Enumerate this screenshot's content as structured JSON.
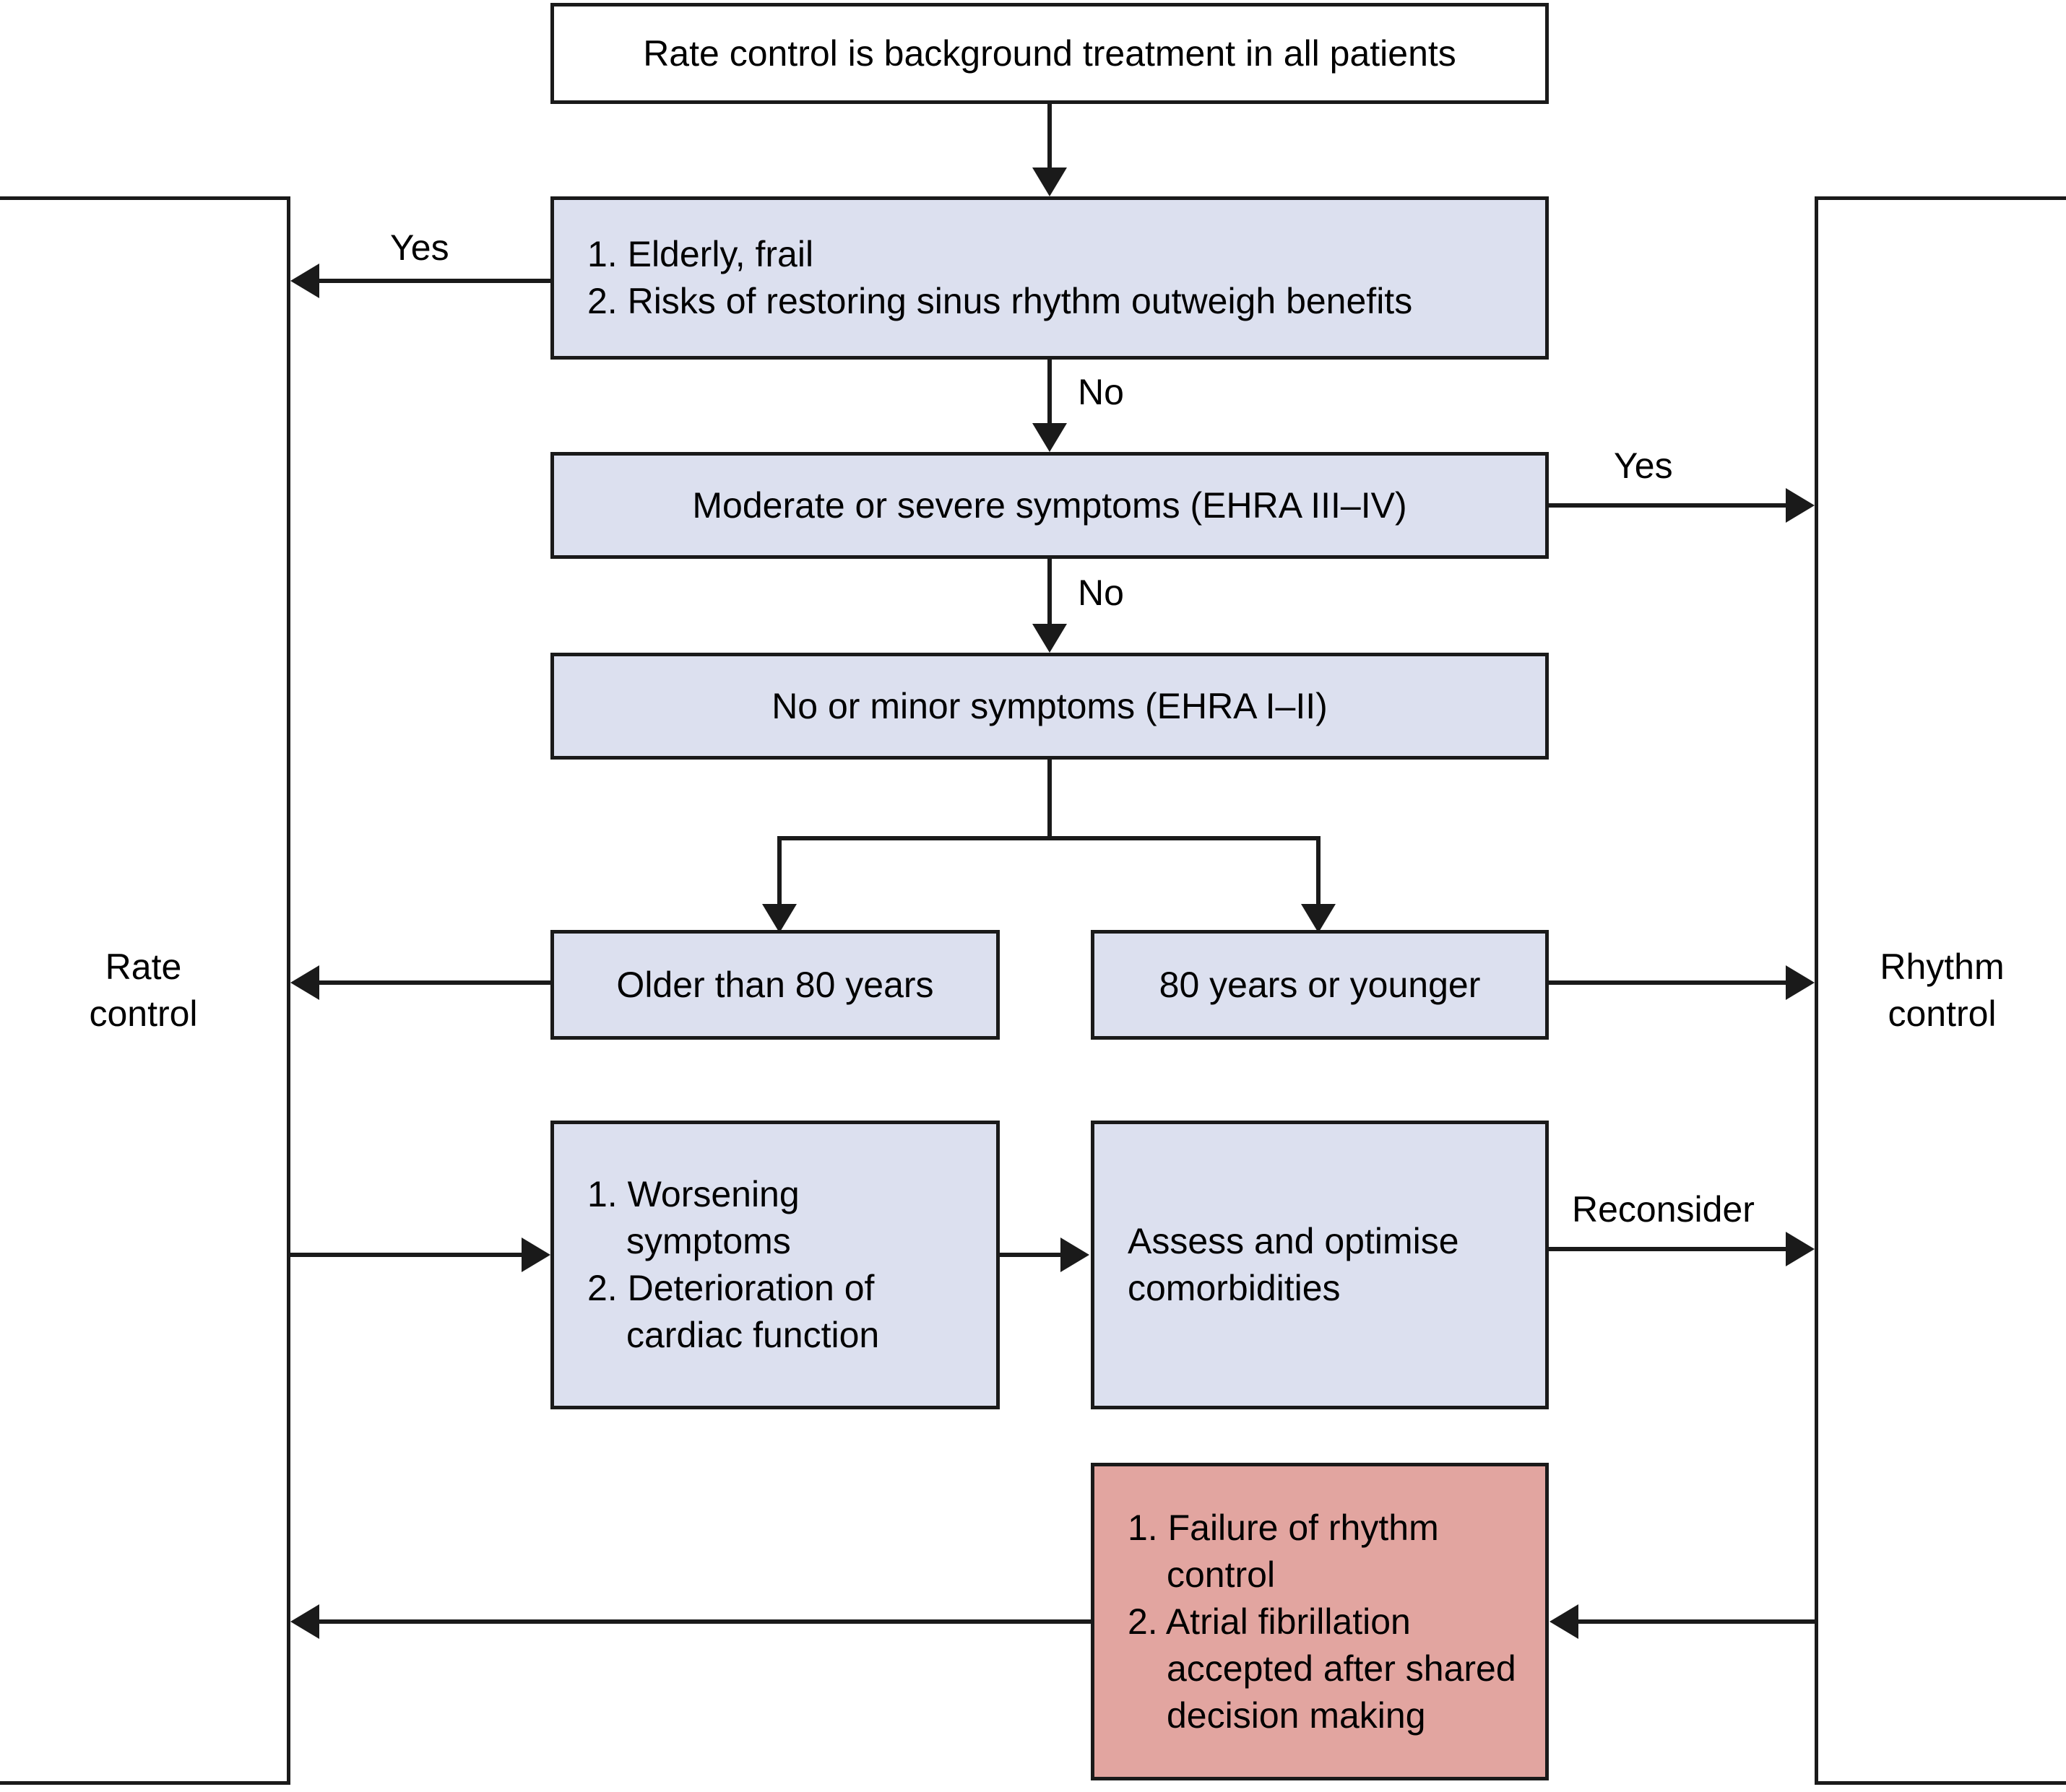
{
  "diagram": {
    "title": "Atrial fibrillation rate control versus rhythm control decision flowchart",
    "colors": {
      "decision_box": "#dce0ef",
      "terminal_box": "#e2a5a0",
      "rate_control_rail": "#fce8dd",
      "rhythm_control_rail": "#dde8e2",
      "stroke": "#1a1a1a",
      "background": "#ffffff"
    }
  },
  "rails": {
    "left": {
      "line1": "Rate",
      "line2": "control"
    },
    "right": {
      "line1": "Rhythm",
      "line2": "control"
    }
  },
  "nodes": {
    "background_treatment": {
      "text": "Rate control is background treatment in all patients"
    },
    "elderly_frail": {
      "item1": "1. Elderly, frail",
      "item2": "2. Risks of restoring sinus rhythm outweigh benefits"
    },
    "moderate_severe": {
      "text": "Moderate or severe symptoms (EHRA III–IV)"
    },
    "no_minor": {
      "text": "No or minor symptoms (EHRA I–II)"
    },
    "older_than_80": {
      "text": "Older than 80 years"
    },
    "eighty_or_younger": {
      "text": "80 years or younger"
    },
    "worsening": {
      "item1_a": "1. Worsening",
      "item1_b": "symptoms",
      "item2_a": "2. Deterioration of",
      "item2_b": "cardiac function"
    },
    "assess_comorbidities": {
      "line1": "Assess and optimise",
      "line2": "comorbidities"
    },
    "failure_rhythm": {
      "item1_a": "1. Failure of rhythm",
      "item1_b": "control",
      "item2_a": "2. Atrial fibrillation",
      "item2_b": "accepted after shared",
      "item2_c": "decision making"
    }
  },
  "edge_labels": {
    "yes_elderly": "Yes",
    "no_elderly": "No",
    "yes_moderate": "Yes",
    "no_moderate": "No",
    "reconsider": "Reconsider"
  }
}
